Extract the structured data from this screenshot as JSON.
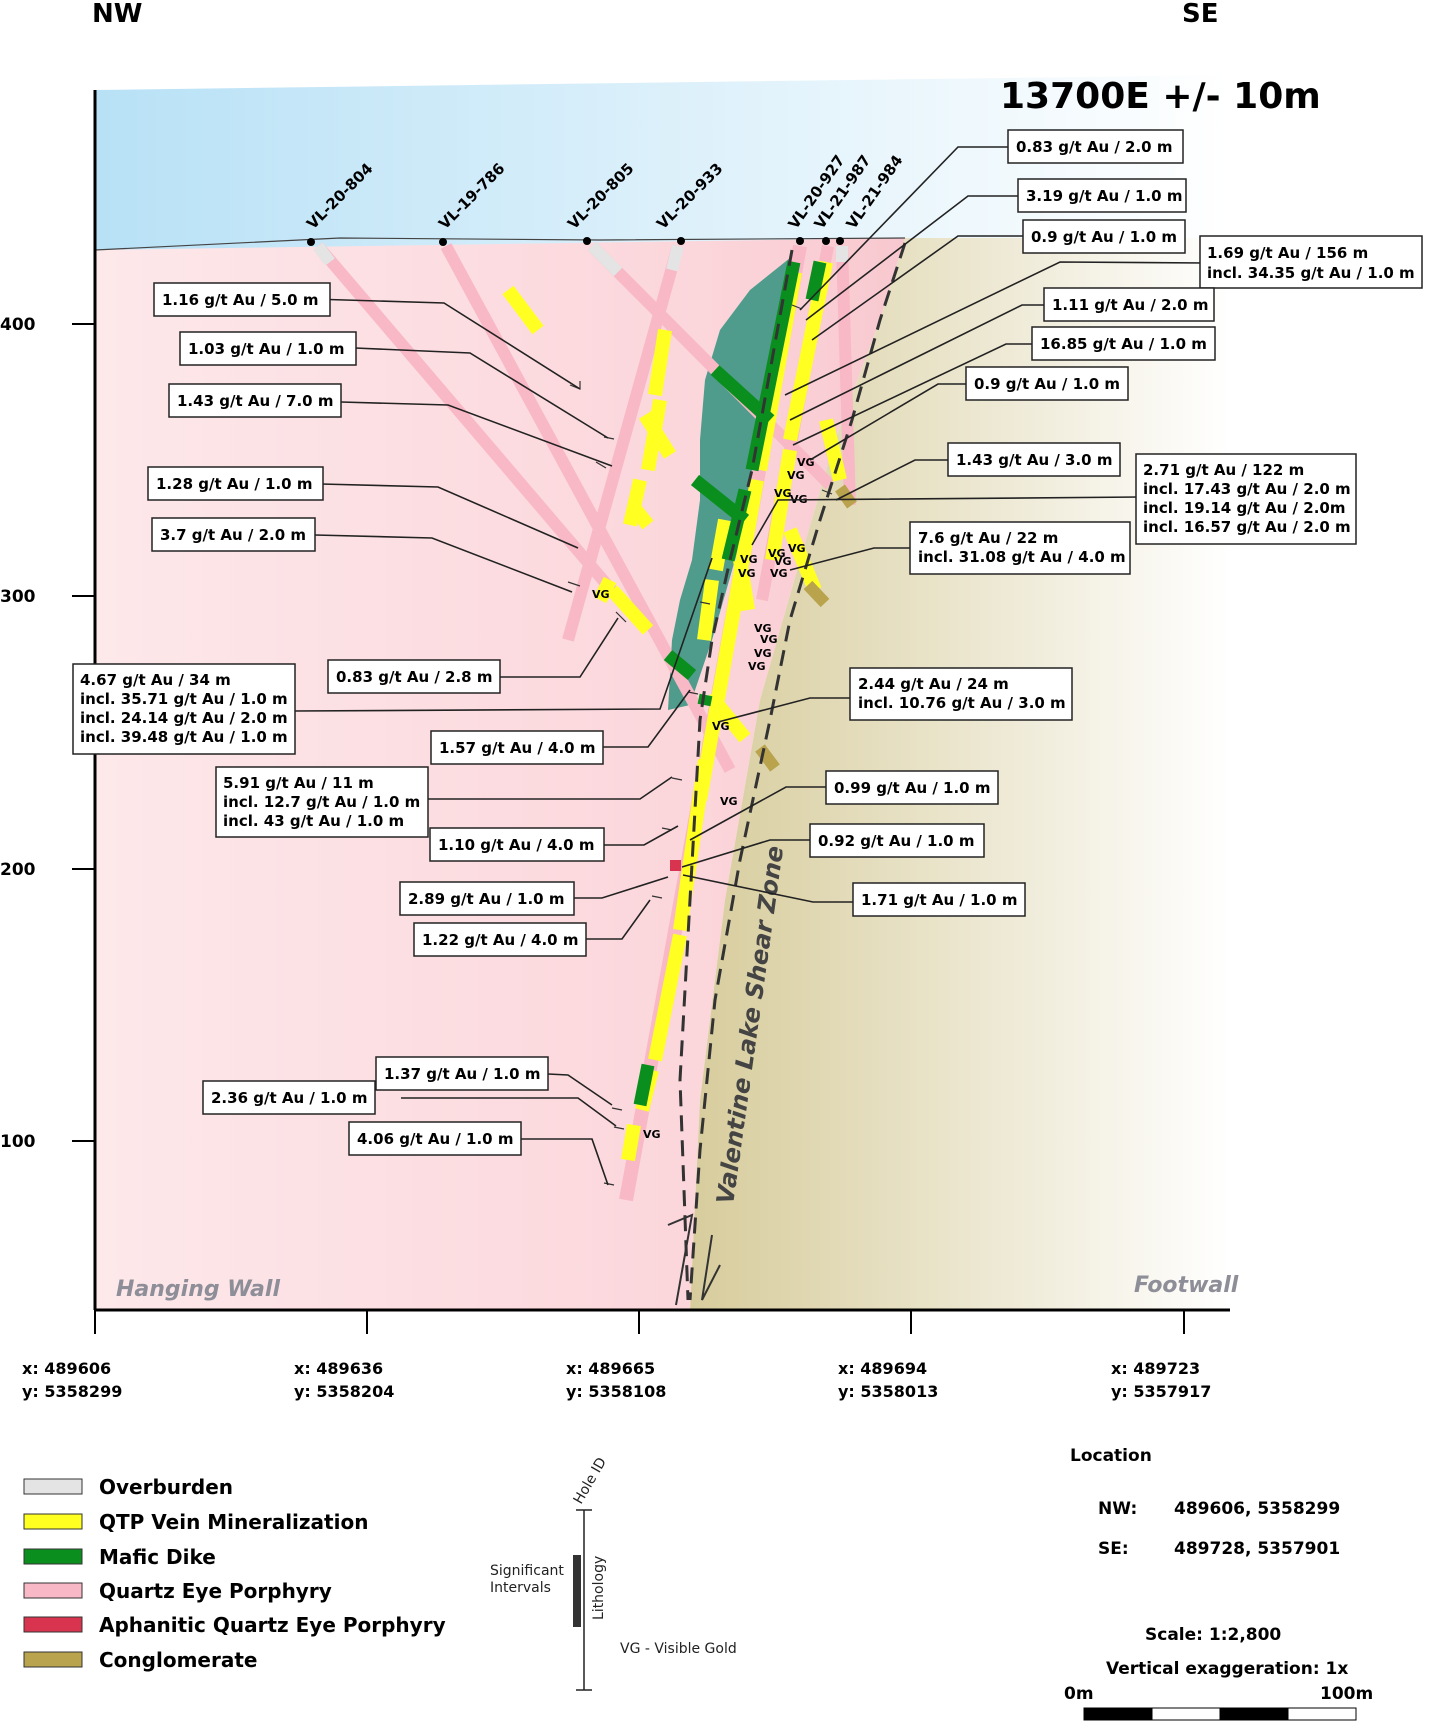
{
  "header": {
    "nw": "NW",
    "se": "SE",
    "section_title": "13700E +/- 10m"
  },
  "holes": [
    "VL-20-804",
    "VL-19-786",
    "VL-20-805",
    "VL-20-933",
    "VL-20-927",
    "VL-21-987",
    "VL-21-984"
  ],
  "elevation_labels": [
    "400",
    "300",
    "200",
    "100"
  ],
  "zone_labels": {
    "hanging_wall": "Hanging Wall",
    "footwall": "Footwall",
    "shear_zone": "Valentine Lake Shear Zone"
  },
  "vg": "VG",
  "callouts": [
    [
      "0.83 g/t Au / 2.0 m"
    ],
    [
      "3.19 g/t Au / 1.0 m"
    ],
    [
      "0.9 g/t Au / 1.0 m"
    ],
    [
      "1.69 g/t Au / 156 m",
      "incl. 34.35 g/t Au / 1.0 m"
    ],
    [
      "1.11 g/t Au / 2.0 m"
    ],
    [
      "16.85 g/t Au / 1.0 m"
    ],
    [
      "0.9 g/t Au / 1.0 m"
    ],
    [
      "1.43 g/t Au / 3.0 m"
    ],
    [
      "2.71 g/t Au / 122 m",
      "incl. 17.43 g/t Au / 2.0 m",
      "incl. 19.14 g/t Au / 2.0m",
      "incl. 16.57 g/t Au / 2.0 m"
    ],
    [
      "7.6 g/t Au / 22 m",
      "incl. 31.08 g/t Au / 4.0 m"
    ],
    [
      "1.16 g/t Au / 5.0 m"
    ],
    [
      "1.03 g/t Au / 1.0 m"
    ],
    [
      "1.43 g/t Au / 7.0 m"
    ],
    [
      "1.28 g/t Au / 1.0 m"
    ],
    [
      "3.7 g/t Au / 2.0 m"
    ],
    [
      "0.83 g/t Au / 2.8 m"
    ],
    [
      "4.67 g/t Au / 34 m",
      "incl. 35.71 g/t Au / 1.0 m",
      "incl. 24.14 g/t Au / 2.0 m",
      "incl. 39.48 g/t Au / 1.0 m"
    ],
    [
      "1.57 g/t Au / 4.0 m"
    ],
    [
      "2.44 g/t Au / 24 m",
      "incl. 10.76 g/t Au / 3.0 m"
    ],
    [
      "5.91 g/t Au / 11 m",
      "incl. 12.7 g/t Au / 1.0 m",
      "incl. 43 g/t Au / 1.0 m"
    ],
    [
      "0.99 g/t Au / 1.0 m"
    ],
    [
      "1.10 g/t Au / 4.0 m"
    ],
    [
      "0.92 g/t Au / 1.0 m"
    ],
    [
      "2.89 g/t Au / 1.0 m"
    ],
    [
      "1.71 g/t Au / 1.0 m"
    ],
    [
      "1.22 g/t Au / 4.0 m"
    ],
    [
      "1.37 g/t Au / 1.0 m"
    ],
    [
      "2.36 g/t Au / 1.0 m"
    ],
    [
      "4.06 g/t Au / 1.0 m"
    ]
  ],
  "x_axis": [
    {
      "x": "x: 489606",
      "y": "y: 5358299"
    },
    {
      "x": "x: 489636",
      "y": "y: 5358204"
    },
    {
      "x": "x: 489665",
      "y": "y: 5358108"
    },
    {
      "x": "x: 489694",
      "y": "y: 5358013"
    },
    {
      "x": "x: 489723",
      "y": "y: 5357917"
    }
  ],
  "legend": [
    {
      "label": "Overburden",
      "color": "#e4e4e4"
    },
    {
      "label": "QTP Vein Mineralization",
      "color": "#ffff22"
    },
    {
      "label": "Mafic Dike",
      "color": "#0a8f1f"
    },
    {
      "label": "Quartz Eye Porphyry",
      "color": "#f9b8c6"
    },
    {
      "label": "Aphanitic Quartz Eye Porphyry",
      "color": "#d8344f"
    },
    {
      "label": "Conglomerate",
      "color": "#b9a34c"
    }
  ],
  "key": {
    "hole_id": "Hole ID",
    "significant": "Significant",
    "intervals": "Intervals",
    "lithology": "Lithology",
    "vg_note": "VG - Visible Gold"
  },
  "location": {
    "title": "Location",
    "nw_label": "NW:",
    "nw_value": "489606, 5358299",
    "se_label": "SE:",
    "se_value": "489728, 5357901",
    "scale": "Scale: 1:2,800",
    "vertical": "Vertical exaggeration: 1x",
    "bar_start": "0m",
    "bar_end": "100m"
  },
  "colors": {
    "sky": "#bfe4f7",
    "hanging": "#fbdde0",
    "footwall": "#ddd3a8",
    "mafic": "#4f9c8c",
    "quartz_eye": "#f9b8c6",
    "vein": "#ffff22",
    "dike": "#0a8f1f",
    "overburden": "#e4e4e4",
    "conglomerate": "#b9a34c",
    "aphanitic": "#d8344f"
  }
}
